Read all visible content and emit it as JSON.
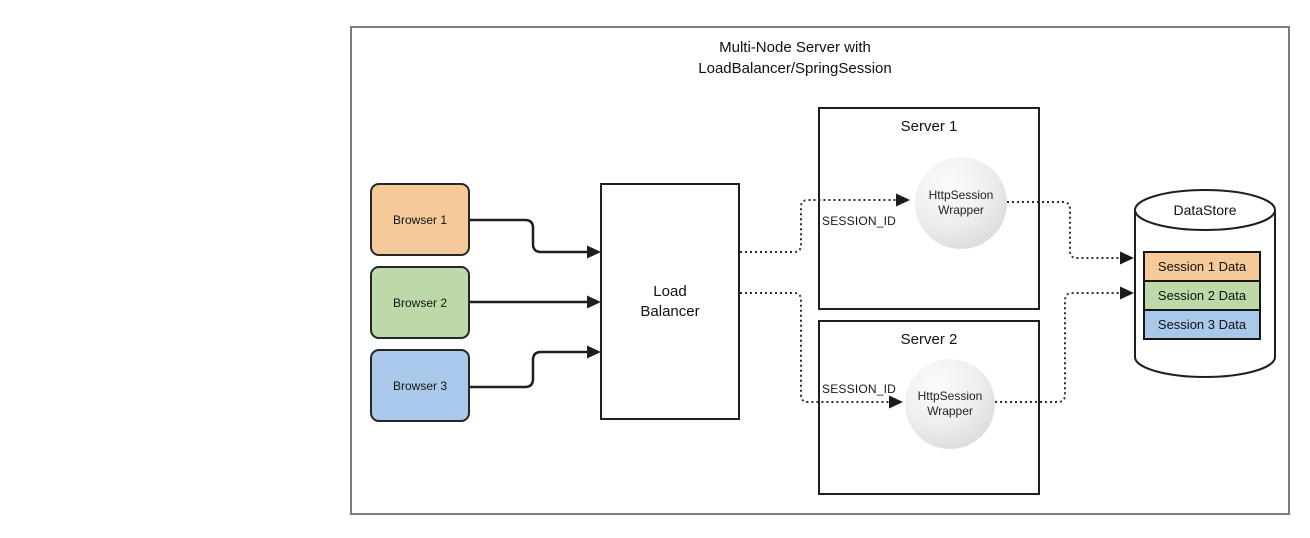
{
  "diagram": {
    "title_lines": [
      "Multi-Node Server with",
      "LoadBalancer/SpringSession"
    ],
    "browsers": [
      {
        "label": "Browser 1",
        "color": "#f5c998"
      },
      {
        "label": "Browser 2",
        "color": "#bdd9a9"
      },
      {
        "label": "Browser 3",
        "color": "#aac8e9"
      }
    ],
    "load_balancer": {
      "lines": [
        "Load",
        "Balancer"
      ]
    },
    "servers": [
      {
        "title": "Server 1",
        "session_id": "SESSION_ID",
        "wrapper_lines": [
          "HttpSession",
          "Wrapper"
        ]
      },
      {
        "title": "Server 2",
        "session_id": "SESSION_ID",
        "wrapper_lines": [
          "HttpSession",
          "Wrapper"
        ]
      }
    ],
    "datastore": {
      "title": "DataStore",
      "sessions": [
        {
          "label": "Session 1 Data",
          "color": "#f5c998"
        },
        {
          "label": "Session 2 Data",
          "color": "#bdd9a9"
        },
        {
          "label": "Session 3 Data",
          "color": "#aac8e9"
        }
      ]
    },
    "colors": {
      "outer_border": "#7d7d7d",
      "shape_border": "#1f1f1f",
      "solid_arrow": "#1f1f1f",
      "dotted_arrow": "#2e2e2e",
      "sphere_fill": "#e4e4e4"
    }
  }
}
